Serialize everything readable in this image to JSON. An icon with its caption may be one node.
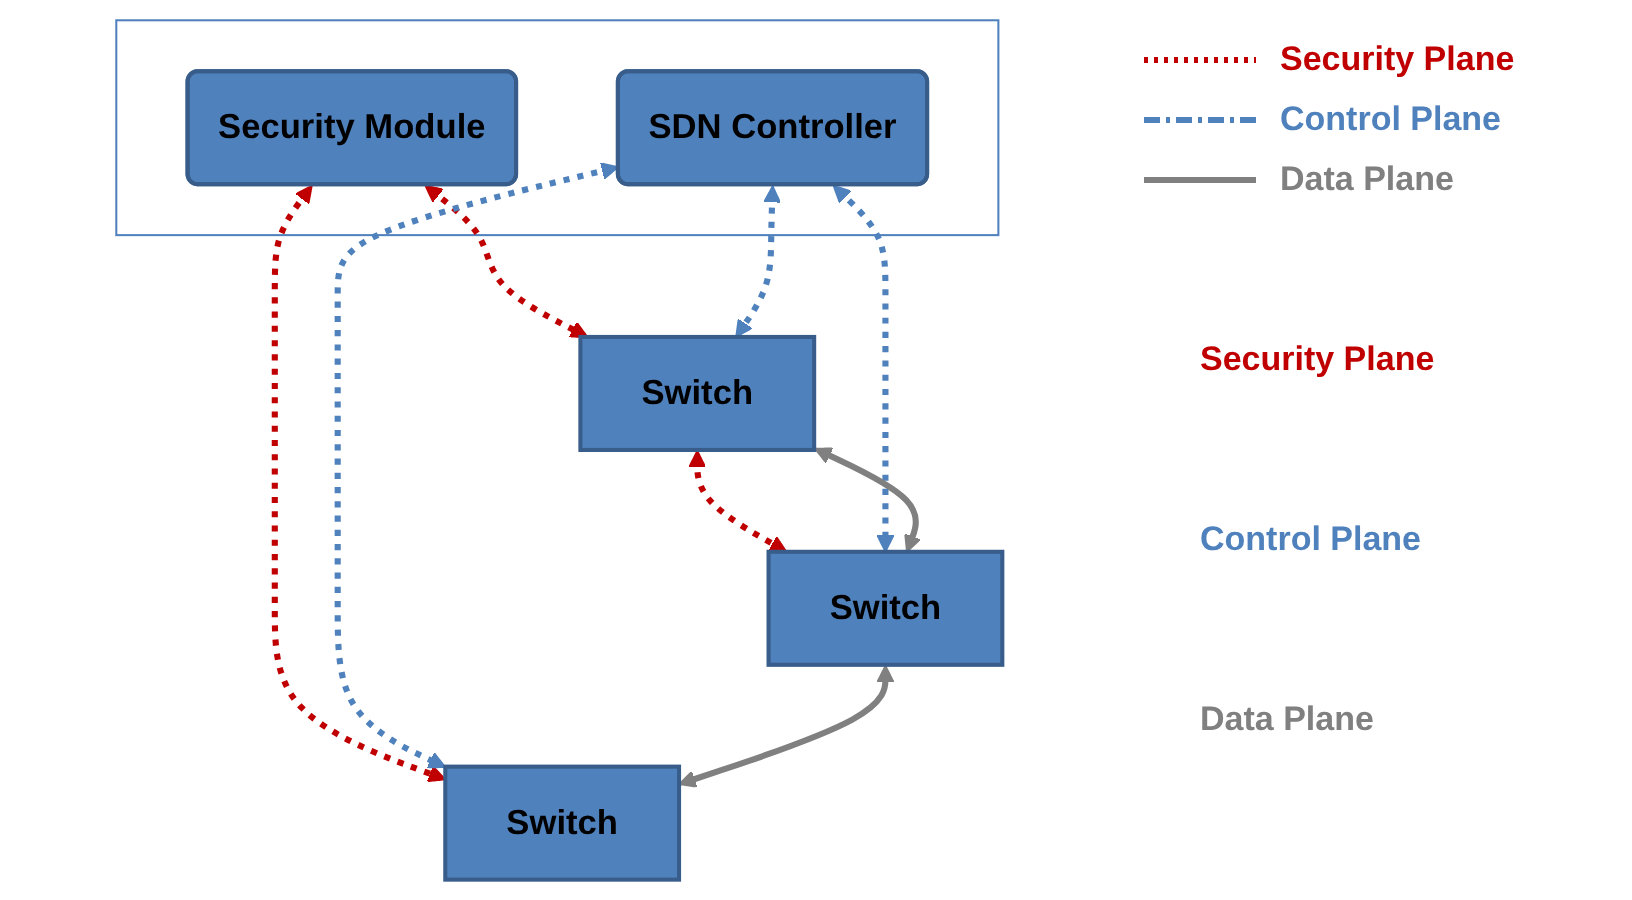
{
  "diagram": {
    "nodes": [
      {
        "text": [],
        "shape": "box"
      },
      {
        "text": [
          "Security Module"
        ],
        "in": 0
      },
      {
        "text": [
          "SDN Controller"
        ],
        "in": 0
      },
      {
        "text": [
          "Switch"
        ]
      },
      {
        "text": [
          "Switch"
        ]
      },
      {
        "text": [
          "Switch"
        ]
      }
    ],
    "edges": [
      {
        "from": 1,
        "to": 3,
        "arrow": "both",
        "style": "dashed",
        "color": "#c00000"
      },
      {
        "from": 1,
        "to": 4,
        "arrow": "both",
        "style": "dashed",
        "color": "#c00000"
      },
      {
        "from": 3,
        "to": 5,
        "arrow": "both",
        "style": "dashed",
        "color": "#c00000"
      },
      {
        "from": 2,
        "to": 3,
        "arrow": "both",
        "style": "dashed",
        "color": "#4f81bd"
      },
      {
        "from": 2,
        "to": 4,
        "arrow": "both",
        "style": "dashed",
        "color": "#4f81bd"
      },
      {
        "from": 2,
        "to": 5,
        "arrow": "both",
        "style": "dashed",
        "color": "#4f81bd"
      },
      {
        "from": 3,
        "to": 5,
        "arrow": "both",
        "color": "#808080"
      },
      {
        "from": 5,
        "to": 4,
        "arrow": "both",
        "color": "#808080"
      }
    ],
    "labels": [
      "Security Plane",
      "Control Plane",
      "Data Plane"
    ],
    "legend": [
      {
        "text": "Security Plane"
      },
      {
        "text": "Control Plane"
      },
      {
        "text": "Data Plane"
      }
    ]
  }
}
